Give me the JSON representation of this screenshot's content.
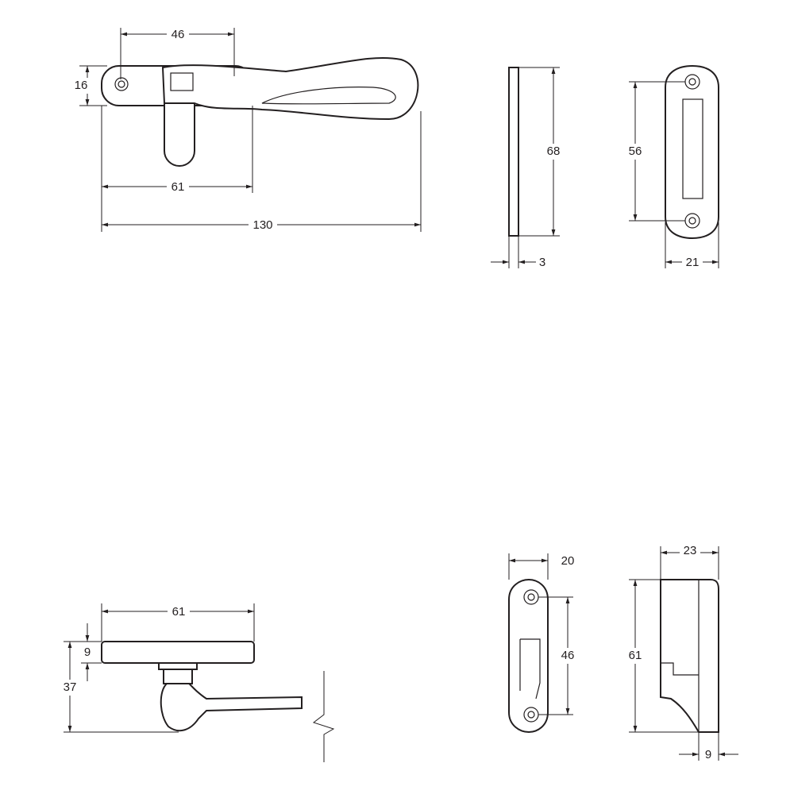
{
  "title": "Window handle and keep technical drawing",
  "views": {
    "handle_front": {
      "dims": {
        "hole_spacing": "46",
        "plate_height": "16",
        "plate_length": "61",
        "overall_length": "130"
      }
    },
    "handle_side": {
      "dims": {
        "height": "68",
        "thickness": "3"
      }
    },
    "handle_back": {
      "dims": {
        "hole_spacing": "56",
        "width": "21"
      }
    },
    "handle_elevation": {
      "dims": {
        "plate_length": "61",
        "plate_thickness": "9",
        "overall_projection": "37"
      }
    },
    "keep_front": {
      "dims": {
        "width": "20",
        "hole_spacing": "46"
      }
    },
    "keep_side": {
      "dims": {
        "depth": "23",
        "height": "61",
        "lip": "9"
      }
    }
  },
  "colors": {
    "line": "#231f20",
    "background": "#ffffff"
  }
}
